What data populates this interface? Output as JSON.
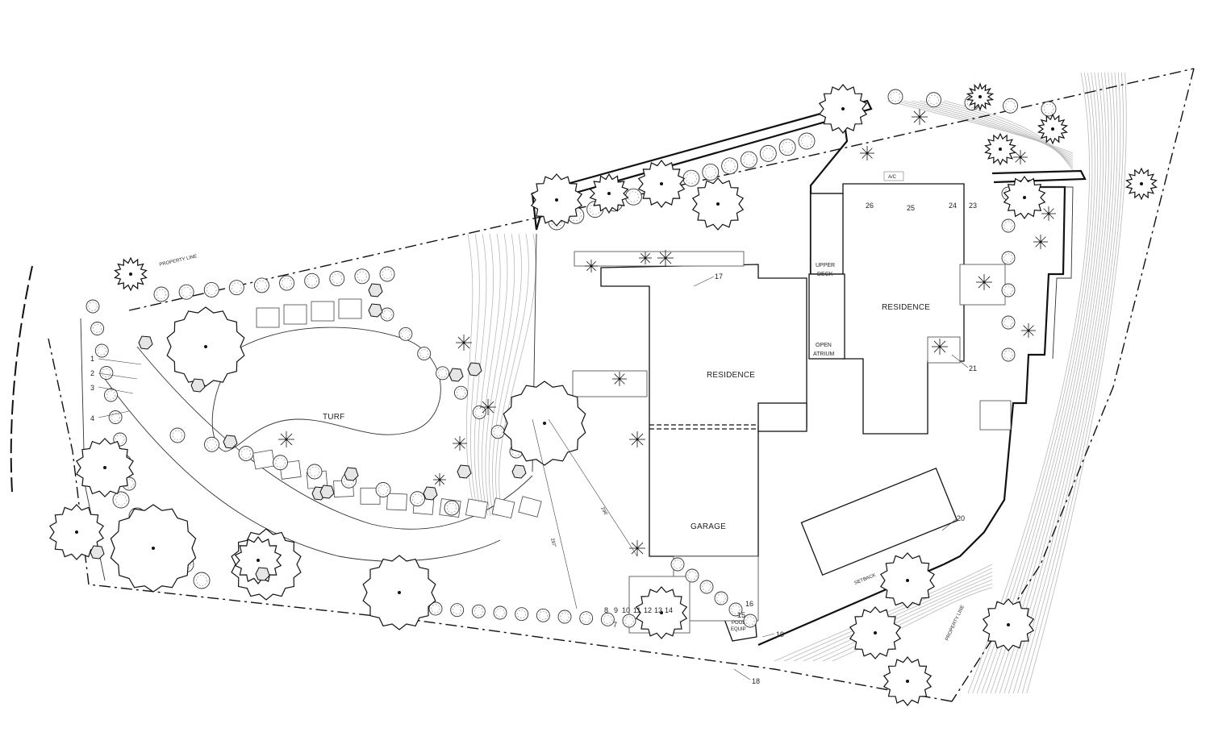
{
  "labels": {
    "residence_1": "RESIDENCE",
    "residence_2": "RESIDENCE",
    "garage": "GARAGE",
    "turf": "TURF",
    "upper_deck_1": "UPPER",
    "upper_deck_2": "DECK",
    "open_atrium_1": "OPEN",
    "open_atrium_2": "ATRIUM",
    "pool_equip_1": "POOL",
    "pool_equip_2": "EQUIP",
    "ac": "A/C",
    "property_line_nw": "PROPERTY LINE",
    "property_line_se": "PROPERTY LINE",
    "setback": "SETBACK",
    "dim_296": "296'",
    "dim_297": "297'"
  },
  "keynotes": [
    "1",
    "2",
    "3",
    "4",
    "7",
    "8",
    "9",
    "10",
    "11",
    "12",
    "13",
    "14",
    "15",
    "16",
    "17",
    "18",
    "19",
    "20",
    "21",
    "23",
    "24",
    "25",
    "26"
  ],
  "colors": {
    "linework": "#111111",
    "contours": "#b8b8b8",
    "background": "#ffffff"
  }
}
